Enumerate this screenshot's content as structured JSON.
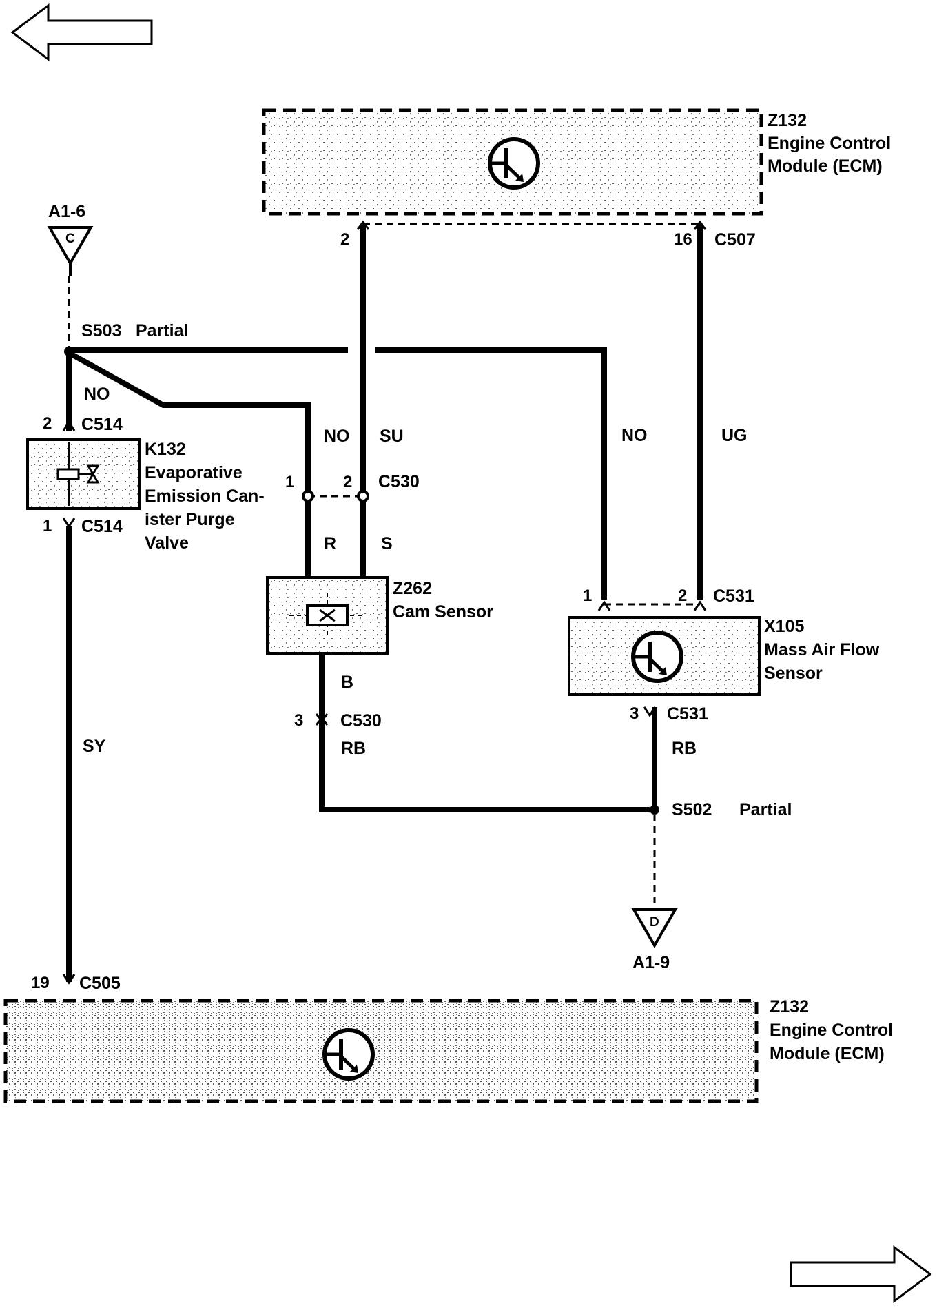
{
  "nav": {
    "back_icon": "left-arrow-icon",
    "forward_icon": "right-arrow-icon"
  },
  "ecm_top": {
    "id": "Z132",
    "name_line1": "Engine Control",
    "name_line2": "Module (ECM)",
    "pin_left": "2",
    "pin_right": "16",
    "connector": "C507"
  },
  "ecm_bottom": {
    "id": "Z132",
    "name_line1": "Engine Control",
    "name_line2": "Module (ECM)",
    "pin": "19",
    "connector": "C505"
  },
  "connector_c": {
    "label": "A1-6",
    "letter": "C"
  },
  "connector_d": {
    "label": "A1-9",
    "letter": "D"
  },
  "splices": {
    "s503": "S503",
    "s503_note": "Partial",
    "s502": "S502",
    "s502_note": "Partial"
  },
  "purge_valve": {
    "id": "K132",
    "line1": "Evaporative",
    "line2": "Emission Can-",
    "line3": "ister Purge",
    "line4": "Valve",
    "pin_top": "2",
    "connector_top": "C514",
    "pin_bottom": "1",
    "connector_bottom": "C514"
  },
  "cam_sensor": {
    "id": "Z262",
    "name": "Cam Sensor",
    "pin1": "1",
    "pin2": "2",
    "connector": "C530",
    "pin3": "3",
    "connector_bottom": "C530"
  },
  "maf_sensor": {
    "id": "X105",
    "line1": "Mass Air Flow",
    "line2": "Sensor",
    "pin1": "1",
    "pin2": "2",
    "connector": "C531",
    "pin3": "3",
    "connector_bottom": "C531"
  },
  "wires": {
    "no_purge": "NO",
    "no_cam_upper": "NO",
    "su": "SU",
    "no_maf": "NO",
    "ug": "UG",
    "r": "R",
    "s": "S",
    "b": "B",
    "rb_cam": "RB",
    "rb_maf": "RB",
    "sy": "SY"
  }
}
